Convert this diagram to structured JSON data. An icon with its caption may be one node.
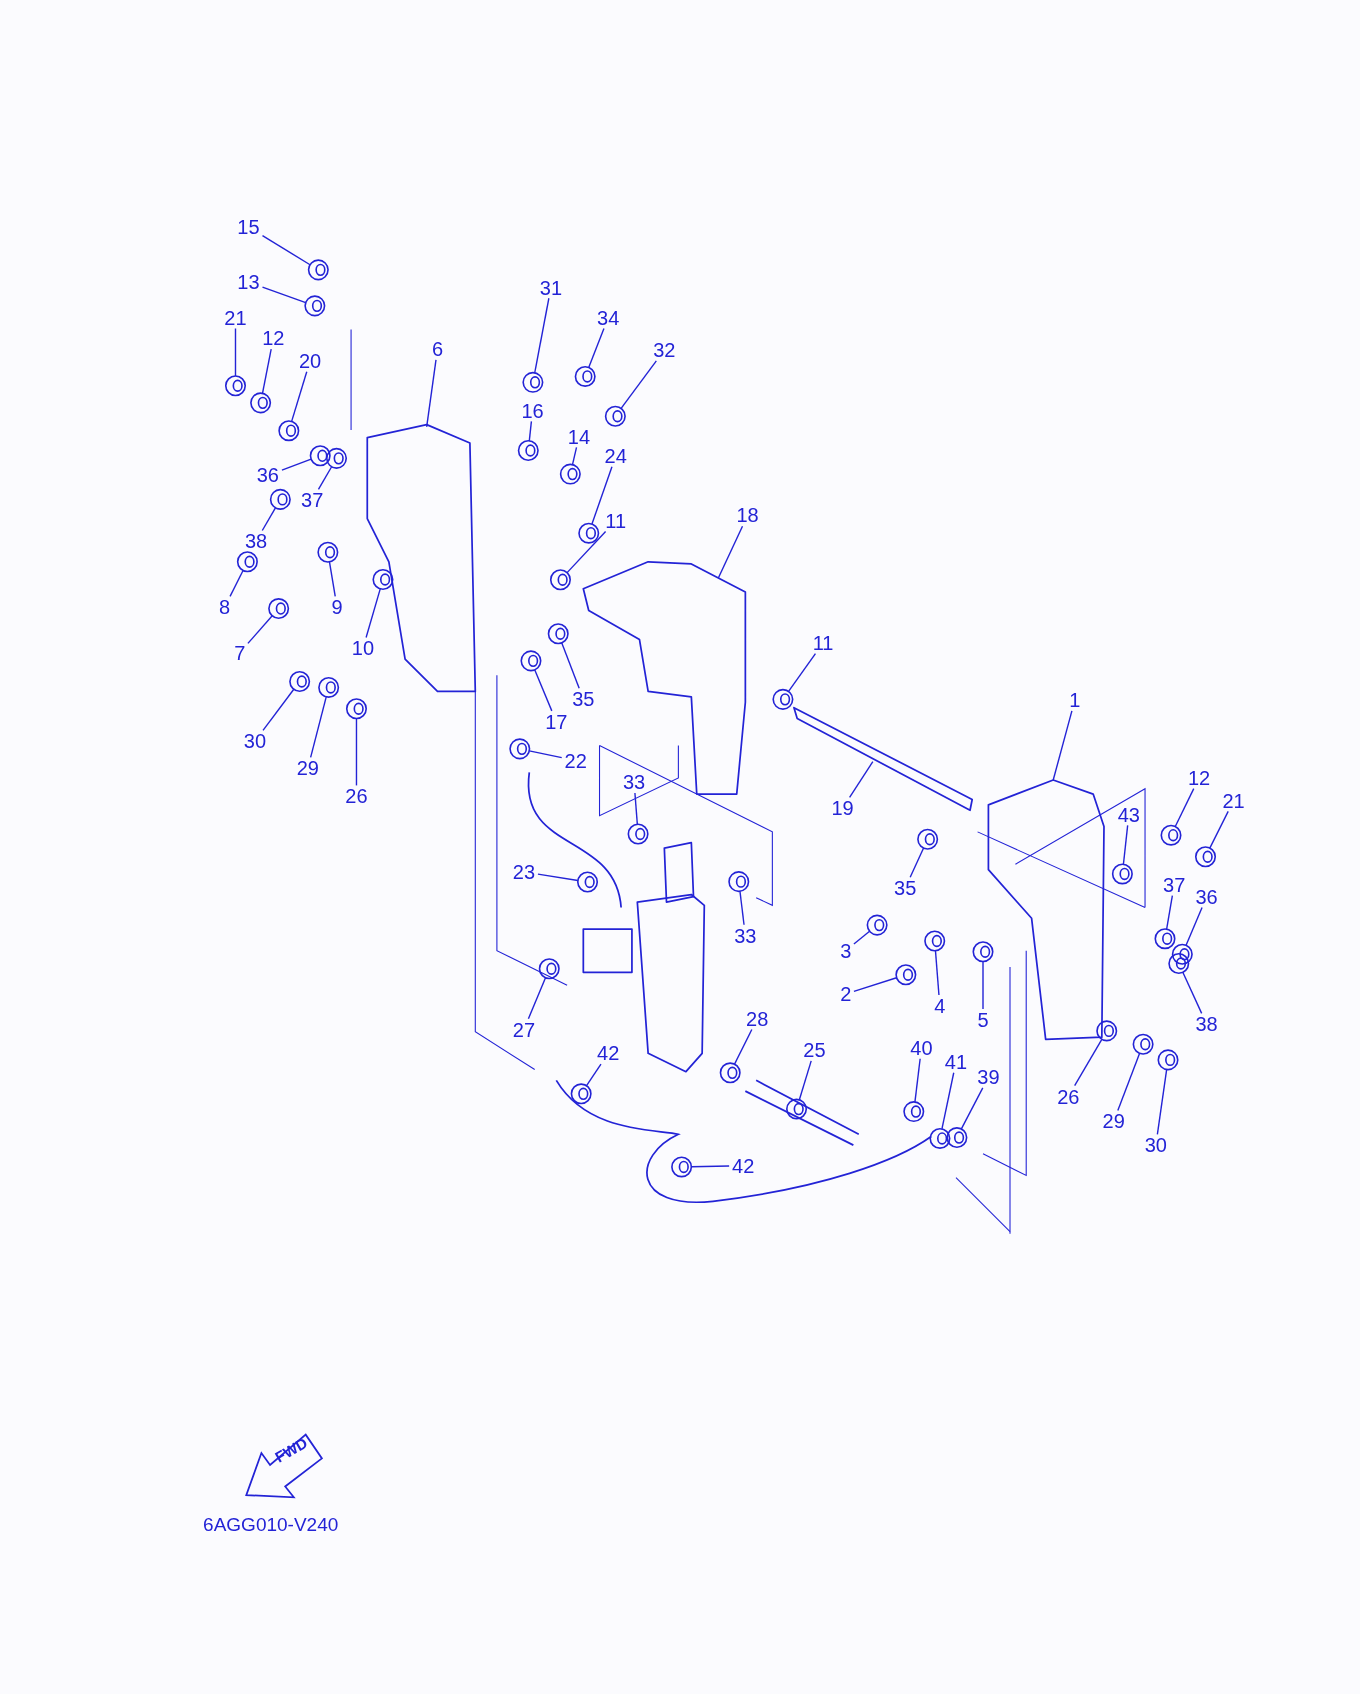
{
  "diagram": {
    "nodes": [
      {
        "text": [
          "15"
        ]
      },
      {
        "text": [
          "13"
        ]
      },
      {
        "text": [
          "21"
        ]
      },
      {
        "text": [
          "12"
        ]
      },
      {
        "text": [
          "20"
        ]
      },
      {
        "text": [
          "6"
        ]
      },
      {
        "text": [
          "31"
        ]
      },
      {
        "text": [
          "34"
        ]
      },
      {
        "text": [
          "32"
        ]
      },
      {
        "text": [
          "16"
        ]
      },
      {
        "text": [
          "14"
        ]
      },
      {
        "text": [
          "24"
        ]
      },
      {
        "text": [
          "36"
        ]
      },
      {
        "text": [
          "37"
        ]
      },
      {
        "text": [
          "11"
        ]
      },
      {
        "text": [
          "18"
        ]
      },
      {
        "text": [
          "38"
        ]
      },
      {
        "text": [
          "9"
        ]
      },
      {
        "text": [
          "8"
        ]
      },
      {
        "text": [
          "7"
        ]
      },
      {
        "text": [
          "10"
        ]
      },
      {
        "text": [
          "11"
        ]
      },
      {
        "text": [
          "35"
        ]
      },
      {
        "text": [
          "1"
        ]
      },
      {
        "text": [
          "17"
        ]
      },
      {
        "text": [
          "30"
        ]
      },
      {
        "text": [
          "29"
        ]
      },
      {
        "text": [
          "26"
        ]
      },
      {
        "text": [
          "22"
        ]
      },
      {
        "text": [
          "12"
        ]
      },
      {
        "text": [
          "21"
        ]
      },
      {
        "text": [
          "33"
        ]
      },
      {
        "text": [
          "43"
        ]
      },
      {
        "text": [
          "19"
        ]
      },
      {
        "text": [
          "23"
        ]
      },
      {
        "text": [
          "35"
        ]
      },
      {
        "text": [
          "37"
        ]
      },
      {
        "text": [
          "36"
        ]
      },
      {
        "text": [
          "33"
        ]
      },
      {
        "text": [
          "3"
        ]
      },
      {
        "text": [
          "38"
        ]
      },
      {
        "text": [
          "2"
        ]
      },
      {
        "text": [
          "4"
        ]
      },
      {
        "text": [
          "5"
        ]
      },
      {
        "text": [
          "28"
        ]
      },
      {
        "text": [
          "27"
        ]
      },
      {
        "text": [
          "40"
        ]
      },
      {
        "text": [
          "42"
        ]
      },
      {
        "text": [
          "25"
        ]
      },
      {
        "text": [
          "41"
        ]
      },
      {
        "text": [
          "39"
        ]
      },
      {
        "text": [
          "26"
        ]
      },
      {
        "text": [
          "29"
        ]
      },
      {
        "text": [
          "30"
        ]
      },
      {
        "text": [
          "42"
        ]
      },
      {
        "text": [],
        "shape": "picture"
      },
      {
        "text": [],
        "shape": "picture"
      },
      {
        "text": [],
        "shape": "picture"
      },
      {
        "text": [],
        "shape": "picture"
      },
      {
        "text": [],
        "shape": "picture"
      },
      {
        "text": [],
        "shape": "picture"
      },
      {
        "text": [],
        "shape": "picture"
      },
      {
        "text": [],
        "shape": "picture"
      },
      {
        "text": [],
        "shape": "picture"
      },
      {
        "text": [],
        "shape": "picture"
      },
      {
        "text": [],
        "shape": "picture"
      },
      {
        "text": [],
        "shape": "picture"
      },
      {
        "text": [],
        "shape": "picture"
      },
      {
        "text": [],
        "shape": "picture"
      },
      {
        "text": [],
        "shape": "picture"
      },
      {
        "text": [],
        "shape": "picture"
      },
      {
        "text": [],
        "shape": "picture"
      },
      {
        "text": [],
        "shape": "picture"
      },
      {
        "text": [],
        "shape": "picture"
      },
      {
        "text": [],
        "shape": "picture"
      },
      {
        "text": [],
        "shape": "picture"
      },
      {
        "text": [],
        "shape": "picture"
      },
      {
        "text": [],
        "shape": "picture"
      },
      {
        "text": [],
        "shape": "picture"
      },
      {
        "text": [],
        "shape": "picture"
      },
      {
        "text": [],
        "shape": "picture"
      },
      {
        "text": [],
        "shape": "picture"
      },
      {
        "text": [],
        "shape": "picture"
      },
      {
        "text": [],
        "shape": "picture"
      },
      {
        "text": [],
        "shape": "picture"
      },
      {
        "text": [],
        "shape": "picture"
      },
      {
        "text": [],
        "shape": "picture"
      },
      {
        "text": [],
        "shape": "picture"
      },
      {
        "text": [],
        "shape": "picture"
      },
      {
        "text": [],
        "shape": "picture"
      },
      {
        "text": [],
        "shape": "picture"
      },
      {
        "text": [],
        "shape": "picture"
      },
      {
        "text": [],
        "shape": "picture"
      },
      {
        "text": [],
        "shape": "picture"
      },
      {
        "text": [],
        "shape": "picture"
      },
      {
        "text": [],
        "shape": "picture"
      },
      {
        "text": [],
        "shape": "picture"
      },
      {
        "text": [],
        "shape": "picture"
      },
      {
        "text": [],
        "shape": "picture"
      },
      {
        "text": [],
        "shape": "picture"
      },
      {
        "text": [],
        "shape": "picture"
      },
      {
        "text": [],
        "shape": "picture"
      },
      {
        "text": [],
        "shape": "picture"
      },
      {
        "text": [],
        "shape": "picture"
      },
      {
        "text": [],
        "shape": "picture"
      },
      {
        "text": [],
        "shape": "picture"
      },
      {
        "text": [],
        "shape": "picture"
      },
      {
        "text": [],
        "shape": "picture"
      },
      {
        "text": [],
        "shape": "picture"
      },
      {
        "text": [],
        "shape": "picture"
      }
    ],
    "edges": [
      {
        "from": 0,
        "to": 55,
        "arrow": "none"
      },
      {
        "from": 1,
        "to": 56,
        "arrow": "none"
      },
      {
        "from": 2,
        "to": 57,
        "arrow": "none"
      },
      {
        "from": 3,
        "to": 58,
        "arrow": "none"
      },
      {
        "from": 4,
        "to": 59,
        "arrow": "none"
      },
      {
        "from": 5,
        "to": 60,
        "arrow": "none"
      },
      {
        "from": 6,
        "to": 61,
        "arrow": "none"
      },
      {
        "from": 7,
        "to": 62,
        "arrow": "none"
      },
      {
        "from": 8,
        "to": 63,
        "arrow": "none"
      },
      {
        "from": 9,
        "to": 64,
        "arrow": "none"
      },
      {
        "from": 10,
        "to": 65,
        "arrow": "none"
      },
      {
        "from": 11,
        "to": 66,
        "arrow": "none"
      },
      {
        "from": 12,
        "to": 67,
        "arrow": "none"
      },
      {
        "from": 13,
        "to": 68,
        "arrow": "none"
      },
      {
        "from": 14,
        "to": 69,
        "arrow": "none"
      },
      {
        "from": 15,
        "to": 70,
        "arrow": "none"
      },
      {
        "from": 16,
        "to": 71,
        "arrow": "none"
      },
      {
        "from": 17,
        "to": 72,
        "arrow": "none"
      },
      {
        "from": 18,
        "to": 73,
        "arrow": "none"
      },
      {
        "from": 19,
        "to": 74,
        "arrow": "none"
      },
      {
        "from": 20,
        "to": 75,
        "arrow": "none"
      },
      {
        "from": 21,
        "to": 76,
        "arrow": "none"
      },
      {
        "from": 22,
        "to": 77,
        "arrow": "none"
      },
      {
        "from": 23,
        "to": 78,
        "arrow": "none"
      },
      {
        "from": 24,
        "to": 79,
        "arrow": "none"
      },
      {
        "from": 25,
        "to": 80,
        "arrow": "none"
      },
      {
        "from": 26,
        "to": 81,
        "arrow": "none"
      },
      {
        "from": 27,
        "to": 82,
        "arrow": "none"
      },
      {
        "from": 28,
        "to": 83,
        "arrow": "none"
      },
      {
        "from": 29,
        "to": 84,
        "arrow": "none"
      },
      {
        "from": 30,
        "to": 85,
        "arrow": "none"
      },
      {
        "from": 31,
        "to": 86,
        "arrow": "none"
      },
      {
        "from": 32,
        "to": 87,
        "arrow": "none"
      },
      {
        "from": 33,
        "to": 88,
        "arrow": "none"
      },
      {
        "from": 34,
        "to": 89,
        "arrow": "none"
      },
      {
        "from": 35,
        "to": 90,
        "arrow": "none"
      },
      {
        "from": 36,
        "to": 91,
        "arrow": "none"
      },
      {
        "from": 37,
        "to": 92,
        "arrow": "none"
      },
      {
        "from": 38,
        "to": 93,
        "arrow": "none"
      },
      {
        "from": 39,
        "to": 94,
        "arrow": "none"
      },
      {
        "from": 40,
        "to": 95,
        "arrow": "none"
      },
      {
        "from": 41,
        "to": 96,
        "arrow": "none"
      },
      {
        "from": 42,
        "to": 97,
        "arrow": "none"
      },
      {
        "from": 43,
        "to": 98,
        "arrow": "none"
      },
      {
        "from": 44,
        "to": 99,
        "arrow": "none"
      },
      {
        "from": 45,
        "to": 100,
        "arrow": "none"
      },
      {
        "from": 46,
        "to": 101,
        "arrow": "none"
      },
      {
        "from": 47,
        "to": 102,
        "arrow": "none"
      },
      {
        "from": 48,
        "to": 103,
        "arrow": "none"
      },
      {
        "from": 49,
        "to": 104,
        "arrow": "none"
      },
      {
        "from": 50,
        "to": 105,
        "arrow": "none"
      },
      {
        "from": 51,
        "to": 106,
        "arrow": "none"
      },
      {
        "from": 52,
        "to": 107,
        "arrow": "none"
      },
      {
        "from": 53,
        "to": 108,
        "arrow": "none"
      },
      {
        "from": 54,
        "to": 109,
        "arrow": "none"
      }
    ],
    "labels": [
      "FWD",
      "6AGG010-V240"
    ]
  }
}
